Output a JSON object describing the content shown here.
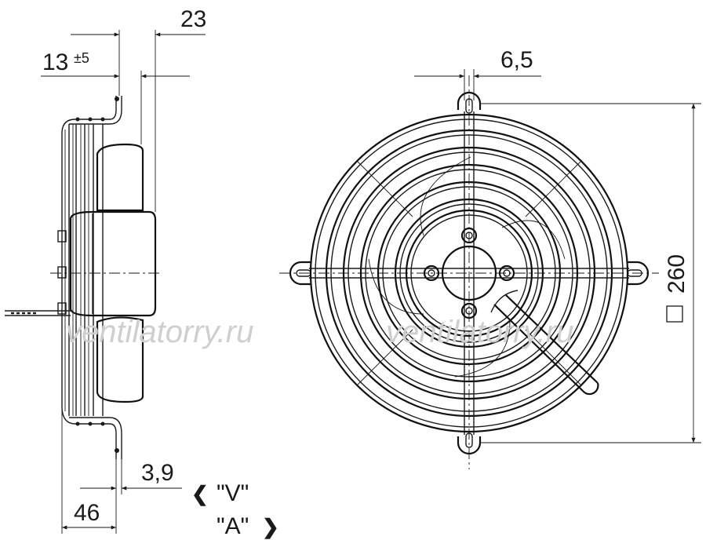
{
  "dimensions": {
    "dim_23": "23",
    "dim_13": "13",
    "dim_13_tol": "±5",
    "dim_6_5": "6,5",
    "dim_260": "260",
    "dim_3_9": "3,9",
    "dim_46": "46"
  },
  "views": {
    "view_v": "\"V\"",
    "view_a": "\"A\"",
    "arrow_left": "❮",
    "arrow_right": "❯"
  },
  "watermark": "ventilatorry.ru"
}
